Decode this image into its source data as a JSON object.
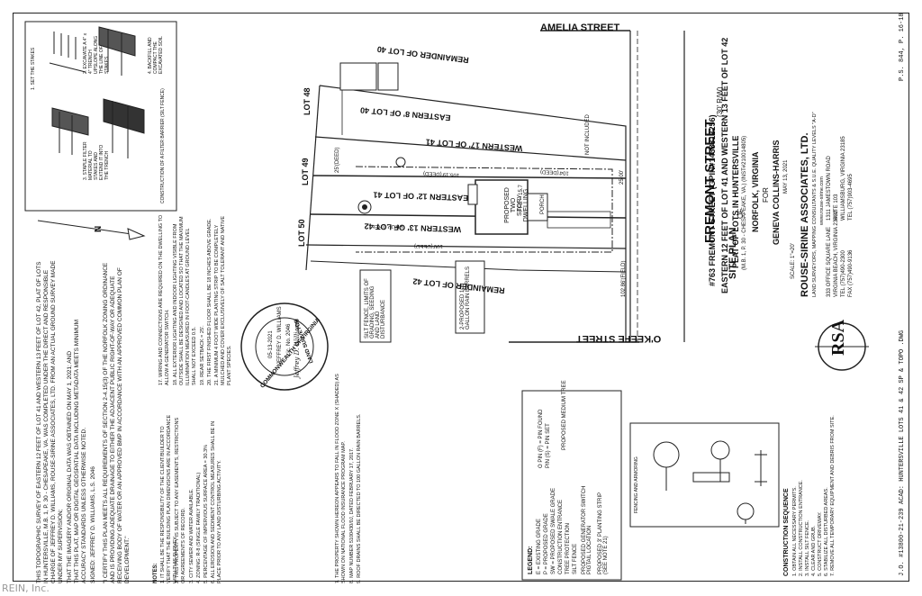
{
  "streets": {
    "amelia": "AMELIA STREET",
    "okeefe": "O'KEEFE STREET",
    "fremont": "FREMONT STREET",
    "fremont_row": "(30' R/W)"
  },
  "lots": {
    "lot48": "LOT 48",
    "lot49": "LOT 49",
    "lot50": "LOT 50",
    "remainder40": "REMAINDER OF LOT 40",
    "remainder42": "REMAINDER OF LOT 42",
    "eastern8": "EASTERN 8' OF LOT 40",
    "western17": "WESTERN 17' OF LOT 41",
    "eastern12": "EASTERN 12' OF LOT 41",
    "western13": "WESTERN 13' OF LOT 42"
  },
  "site": {
    "dwelling": "PROPOSED TWO STORY DWELLING",
    "ffe": "FFE = 15.7",
    "porch": "PORCH",
    "silt_fence_note": "SILT FENCE, LIMITS OF GRADING, SEEDING AND LAND DISTURBANCE",
    "rain_barrels": "2-PROPOSED 100 GALLON RAIN BARRELS",
    "prop_tree": "PROP. TREE",
    "dim_105": "105.19'(DEED)",
    "dim_104": "104'(DEED)",
    "dim_100": "100'(DEED)",
    "dim_102": "102.86'(FIELD)",
    "dim_25": "25'(DEED)",
    "dim_25f": "25.00'",
    "not_included": "NOT INCLUDED"
  },
  "title_block": {
    "plan_title": "#763 FREMONT STREET (GPIN#1438312256)",
    "line2": "EASTERN 12 FEET OF LOT 41 AND WESTERN 13 FEET OF LOT 42",
    "line3": "PLAT OF LOTS IN HUNTERSVILLE",
    "line4": "(M.B. 1, P. 30 - CHESAPEAKE, VA.) (INST#210014805)",
    "city": "NORFOLK, VIRGINIA",
    "for": "FOR",
    "client": "GENEVA COLLINS-HARRIS",
    "site_plan": "SITE PLAN",
    "of": "OF",
    "date": "MAY 13, 2021",
    "scale": "SCALE: 1\"=20'",
    "firm": "ROUSE-SIRINE ASSOCIATES, LTD.",
    "firm_tag": "LAND SURVEYORS, MAPPING CONSULTANTS & S.U.E. QUALITY LEVELS \"A-D\"",
    "web": "www.rouse-sirine.com",
    "addr1": "333 OFFICE SQUARE LANE",
    "addr2": "VIRGINIA BEACH, VIRGINIA 23462",
    "phone1": "TEL (757)490-2300",
    "fax1": "FAX (757)490-9136",
    "addr3": "1311 JAMESTOWN ROAD",
    "addr4": "SUITE 103",
    "addr5": "WILLIAMSBURG, VIRGINIA 23185",
    "phone2": "TEL (757)903-4695",
    "logo": "RSA"
  },
  "notes": {
    "cert_title": "THIS TOPOGRAPHIC SURVEY OF EASTERN 12 FEET OF LOT 41 AND WESTERN 13 FEET OF LOT 42, PLAT OF LOTS IN HUNTERSVILLE, M.B. 1, P. 30 - CHESAPEAKE, VA. WAS COMPLETED UNDER THE DIRECT AND RESPONSIBLE CHARGE OF JEFFREY D. WILLIAMS, ROUSE-SIRINE ASSOCIATES, LTD. FROM AN ACTUAL GROUND SURVEY MADE UNDER MY SUPERVISION;",
    "cert_line2": "THAT THE IMAGERY AND/OR ORIGINAL DATA WAS OBTAINED ON MAY 1, 2021; AND",
    "cert_line3": "THAT THIS PLAT, MAP OR DIGITAL GEOSPATIAL DATA INCLUDING METADATA MEETS MINIMUM",
    "cert_line4": "ACCURACY STANDARDS UNLESS OTHERWISE NOTED.",
    "signed": "SIGNED: JEFFREY D. WILLIAMS, L.S. 2046",
    "certify": "\"I CERTIFY THIS PLAN MEETS ALL REQUIREMENTS OF SECTION 2-4.15(3) OF THE NORFOLK ZONING ORDINANCE AND IS PROVIDING ADEQUATE DRAINAGE TO EITHER THE ADJACENT PUBLIC RIGHT-OF-WAY OR ADEQUATE RECEIVING BODY OF WATER OR AN APPROVED BMP IN ACCORDANCE WITH AN APPROVED COMMON PLAN OF DEVELOPMENT.\"",
    "notes_label": "NOTES:",
    "n1": "1. IT SHALL BE THE RESPONSIBILITY OF THE CLIENT/BUILDER TO VERIFY THAT THE BUILDING PLAN DIMENSIONS ARE IN ACCORDANCE WITH THIS SURVEY.",
    "n2": "2. THIS PROPERTY IS SUBJECT TO ANY EASEMENTS, RESTRICTIONS OR AGREEMENTS OF RECORD.",
    "n3": "3. CITY SEWER AND WATER AVAILABLE.",
    "n4": "4. ZONING: R-8 (SINGLE FAMILY TRADITIONAL)",
    "n5": "5. PERCENTAGE OF IMPERVIOUS SURFACE AREA = 30.3%",
    "n6": "6. ALL EROSION AND SEDIMENT CONTROL MEASURES SHALL BE IN PLACE PRIOR TO ANY LAND DISTURBING ACTIVITY.",
    "n7": "7. THE PROPERTY SHOWN HEREON APPEARS TO FALL IN FLOOD ZONE X (SHADED) AS SHOWN ON NATIONAL FLOOD INSURANCE PROGRAM MAP.",
    "n8": "8. MAP NUMBER 5100430/0J, DATED FEBRUARY 17, 2017.",
    "n9": "9. ROOF DRAINS SHALL BE DIRECTED TO 100 GALLON RAIN BARRELS.",
    "n17": "17. WIRING AND CONNECTIONS ARE REQUIRED ON THE DWELLING TO ALLOW A GENERATOR SWITCH.",
    "n18": "18. ALL EXTERIOR LIGHTING AND INDOOR LIGHTING VISIBLE FROM OUTSIDE SHALL BE DESIGNED AND LOCATED SO THAT THE MAXIMUM ILLUMINATION MEASURED IN FOOT-CANDLES AT GROUND LEVEL SHALL NOT EXCEED 0.5.",
    "n19": "19. REAR SETBACK = 25'.",
    "n20": "20. THE FIRST FINISHED FLOOR SHALL BE 18 INCHES ABOVE GRADE.",
    "n21": "21. A MINIMUM 4 FOOT WIDE PLANTING STRIP TO BE COMPLETELY MULCHED AND COVER EXCLUSIVELY OF SALT TOLERANT AND NATIVE PLANT SPECIES."
  },
  "seal": {
    "ring_top": "COMMONWEALTH OF VIRGINIA",
    "name": "JEFFREY D. WILLIAMS",
    "lic": "Lic. No. 2046",
    "date": "05-13-2021",
    "ring_bottom": "LAND SURVEYOR",
    "signature": "Jeffrey D. Williams"
  },
  "legend": {
    "title": "LEGEND:",
    "items": [
      "E = EXISTING GRADE",
      "P = PROPOSED GRADE",
      "SW = PROPOSED SWALE GRADE",
      "CONSTRUCTION ENTRANCE",
      "TREE PROTECTION",
      "SILT FENCE",
      "PROPOSED GENERATOR SWITCH PIGTAIL LOCATION",
      "PROPOSED 3' PLANTING STRIP (SEE NOTE 21)"
    ],
    "pin_found": "O PIN (F) = PIN FOUND",
    "pin_set": "PIN (S) = PIN SET",
    "medium_tree": "PROPOSED MEDIUM TREE"
  },
  "sequence": {
    "title": "CONSTRUCTION SEQUENCE",
    "steps": [
      "1. OBTAIN ALL NECESSARY PERMITS.",
      "2. INSTALL CONSTRUCTION ENTRANCE.",
      "3. INSTALL SILT FENCE.",
      "4. CLEAR AND GRUB.",
      "5. CONSTRUCT DRIVEWAY.",
      "6. STABILIZE ALL DISTURBED AREAS.",
      "7. REMOVE ALL TEMPORARY EQUIPMENT AND DEBRIS FROM SITE."
    ]
  },
  "details": {
    "silt_fence": "CONSTRUCTION OF A FILTER BARRIER (SILT FENCE)",
    "steps": [
      "1. SET THE STAKES",
      "2. EXCAVATE A 4\" x 4\" TRENCH UPSLOPE ALONG THE LINE OF STAKES",
      "3. STAPLE FILTER MATERIAL TO STAKES AND EXTEND IT INTO THE TRENCH",
      "4. BACKFILL AND COMPACT THE EXCAVATED SOIL"
    ],
    "tree_detail": "FENCING AND ARMORING"
  },
  "margin": {
    "job": "J.O. #13800-21-239",
    "acad": "ACAD: HUNTERSVILLE LOTS 41 & 42 SP & TOPO .DWG",
    "ps": "P.S. 844, P. 16-18"
  },
  "north": "N",
  "watermark": "REIN, Inc."
}
